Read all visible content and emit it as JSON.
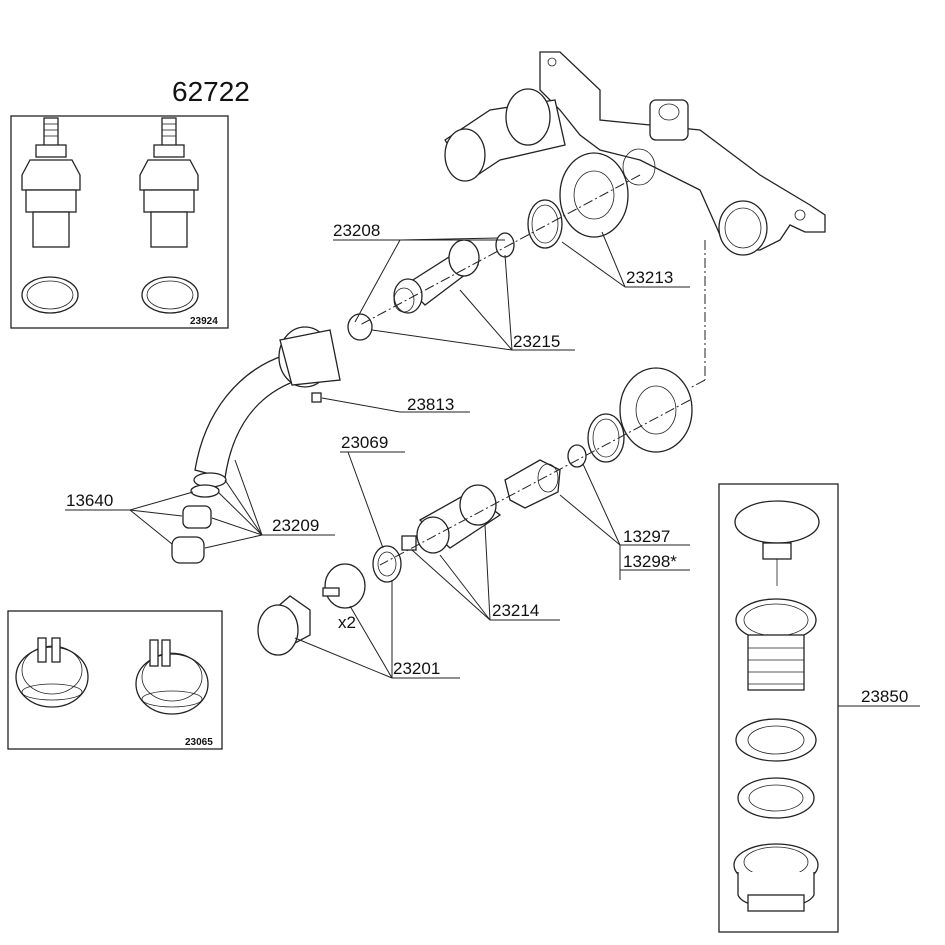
{
  "title": "62722",
  "inset_boxes": {
    "cartridges": {
      "code": "23924"
    },
    "caps": {
      "code": "23065"
    }
  },
  "labels": {
    "l23208": "23208",
    "l23213": "23213",
    "l23215": "23215",
    "l23813": "23813",
    "l23069": "23069",
    "l13640": "13640",
    "l23209": "23209",
    "l13297": "13297",
    "l13298": "13298*",
    "l23214": "23214",
    "l23201": "23201",
    "l23850": "23850"
  },
  "quantity_note": "x2"
}
